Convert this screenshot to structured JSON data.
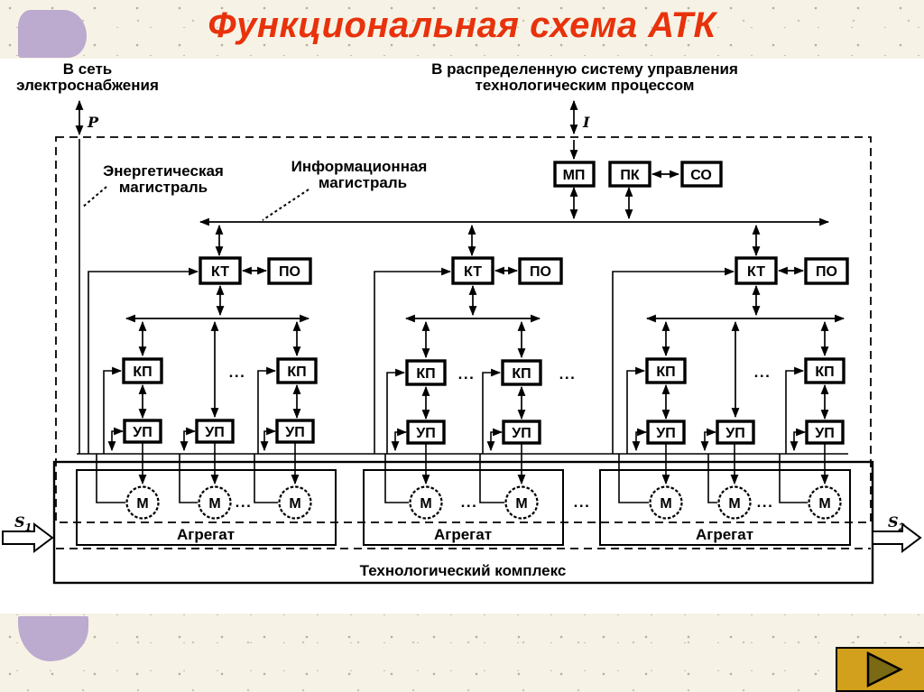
{
  "slide": {
    "title": "Функциональная схема АТК"
  },
  "top": {
    "power_label_line1": "В сеть",
    "power_label_line2": "электроснабжения",
    "dcs_label_line1": "В распределенную систему управления",
    "dcs_label_line2": "технологическим процессом",
    "p_symbol": "P",
    "i_symbol": "I"
  },
  "buses": {
    "energy_label_line1": "Энергетическая",
    "energy_label_line2": "магистраль",
    "info_label_line1": "Информационная",
    "info_label_line2": "магистраль"
  },
  "blocks": {
    "mp": "МП",
    "pk": "ПК",
    "so": "СО",
    "kt": "КТ",
    "po": "ПО",
    "kp": "КП",
    "up": "УП",
    "motor": "М"
  },
  "bottom": {
    "aggregate_label": "Агрегат",
    "tech_complex_label": "Технологический комплекс",
    "s_in": "S",
    "s_in_sub": "1",
    "s_out": "S",
    "s_out_sub": "2"
  },
  "misc": {
    "ellipsis": "..."
  },
  "nav": {
    "next_icon": "right-triangle"
  },
  "colors": {
    "title": "#e8320c",
    "background": "#f6f3e6",
    "panel": "#ffffff",
    "ink": "#000000",
    "blob": "#bcaacf",
    "nav_bg": "#d2a01c",
    "nav_icon": "#7b6a14"
  }
}
